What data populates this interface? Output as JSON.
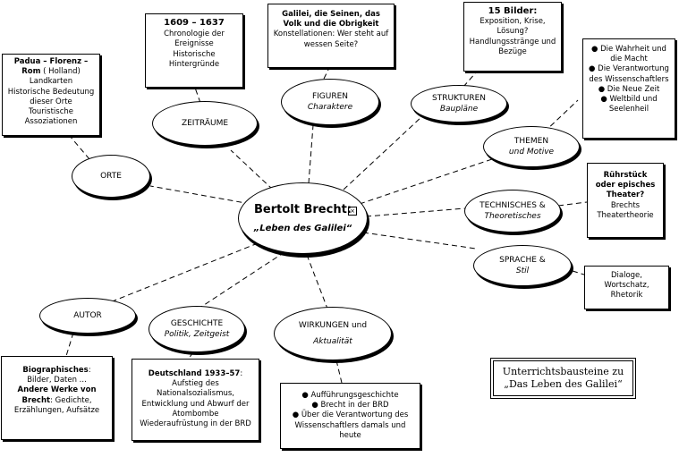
{
  "center": {
    "title": "Bertolt Brecht:",
    "subtitle": "„Leben des Galilei“",
    "checkbox_mark": "×"
  },
  "nodes": {
    "orte": {
      "label": "ORTE"
    },
    "zeitraeume": {
      "label": "ZEITRÄUME"
    },
    "figuren": {
      "label": "FIGUREN",
      "sub": "Charaktere"
    },
    "strukturen": {
      "label": "STRUKTUREN",
      "sub": "Baupläne"
    },
    "themen": {
      "label": "THEMEN",
      "sub": "und Motive"
    },
    "technisches": {
      "label": "TECHNISCHES &",
      "sub": "Theoretisches"
    },
    "sprache": {
      "label": "SPRACHE &",
      "sub": "Stil"
    },
    "autor": {
      "label": "AUTOR"
    },
    "geschichte": {
      "label": "GESCHICHTE",
      "sub": "Politik, Zeitgeist"
    },
    "wirkungen": {
      "label": "WIRKUNGEN und",
      "sub": "Aktualität"
    }
  },
  "boxes": {
    "orte": {
      "title1": "Padua – Florenz –",
      "title2": "Rom",
      "title2_rest": "  ( Holland)",
      "lines": [
        "Landkarten",
        "Historische Bedeutung",
        "dieser Orte",
        "Touristische",
        "Assoziationen"
      ]
    },
    "zeitraeume": {
      "title": "1609 – 1637",
      "lines": [
        "Chronologie der",
        "Ereignisse",
        "Historische",
        "Hintergründe"
      ]
    },
    "figuren": {
      "title1": "Galilei, die Seinen, das",
      "title2": "Volk und die Obrigkeit",
      "lines": [
        "Konstellationen: Wer steht auf",
        "wessen Seite?"
      ]
    },
    "strukturen": {
      "title": "15 Bilder:",
      "lines": [
        "Exposition, Krise,",
        "Lösung?",
        "Handlungsstränge und",
        "Bezüge"
      ]
    },
    "themen": {
      "items": [
        "● Die Wahrheit und",
        "die Macht",
        "● Die Verantwortung",
        "des Wissenschaftlers",
        "● Die Neue Zeit",
        "● Weltbild und",
        "Seelenheil"
      ]
    },
    "technisches": {
      "title1": "Rührstück",
      "title2": "oder episches",
      "title3": "Theater?",
      "lines": [
        "Brechts",
        "Theatertheorie"
      ]
    },
    "sprache": {
      "lines": [
        "Dialoge,",
        "Wortschatz,",
        "Rhetorik"
      ]
    },
    "autor": {
      "title": "Biographisches",
      "title_rest": ":",
      "line1": "Bilder, Daten ...",
      "title2": "Andere Werke von",
      "title3": "Brecht",
      "title3_rest": ": Gedichte,",
      "line2": "Erzählungen, Aufsätze"
    },
    "geschichte": {
      "title": "Deutschland 1933–57",
      "title_rest": ":",
      "lines": [
        "Aufstieg des",
        "Nationalsozialismus,",
        "Entwicklung und Abwurf der",
        "Atombombe",
        "Wiederaufrüstung in der BRD"
      ]
    },
    "wirkungen": {
      "items": [
        "● Aufführungsgeschichte",
        "● Brecht in der BRD",
        "● Über die Verantwortung des",
        "Wissenschaftlers damals und",
        "heute"
      ]
    }
  },
  "legend": {
    "line1": "Unterrichtsbausteine zu",
    "line2": "„Das Leben des Galilei“"
  }
}
